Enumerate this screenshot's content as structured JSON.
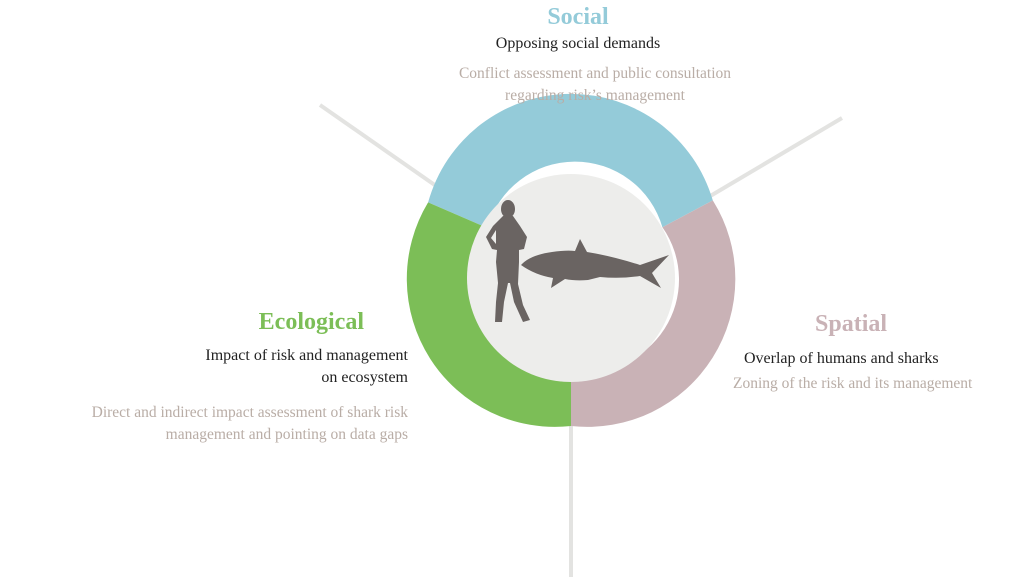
{
  "colors": {
    "social": "#94cbd9",
    "ecological": "#7cbe57",
    "spatial": "#c9b2b6",
    "center": "#ededeb",
    "line": "#e3e3e1",
    "silhouette": "#6a6462",
    "desc": "#b9ada6"
  },
  "social": {
    "title": "Social",
    "subtitle": "Opposing social demands",
    "description": [
      "Conflict assessment and public consultation",
      "regarding risk’s management"
    ]
  },
  "ecological": {
    "title": "Ecological",
    "subtitle": [
      "Impact of risk and management",
      "on ecosystem"
    ],
    "description": [
      "Direct and indirect impact assessment of shark risk",
      "management and pointing on data gaps"
    ]
  },
  "spatial": {
    "title": "Spatial",
    "subtitle": "Overlap of humans and sharks",
    "description": "Zoning of the risk and its management"
  },
  "icons": {
    "person": "person-silhouette-icon",
    "shark": "shark-silhouette-icon"
  }
}
